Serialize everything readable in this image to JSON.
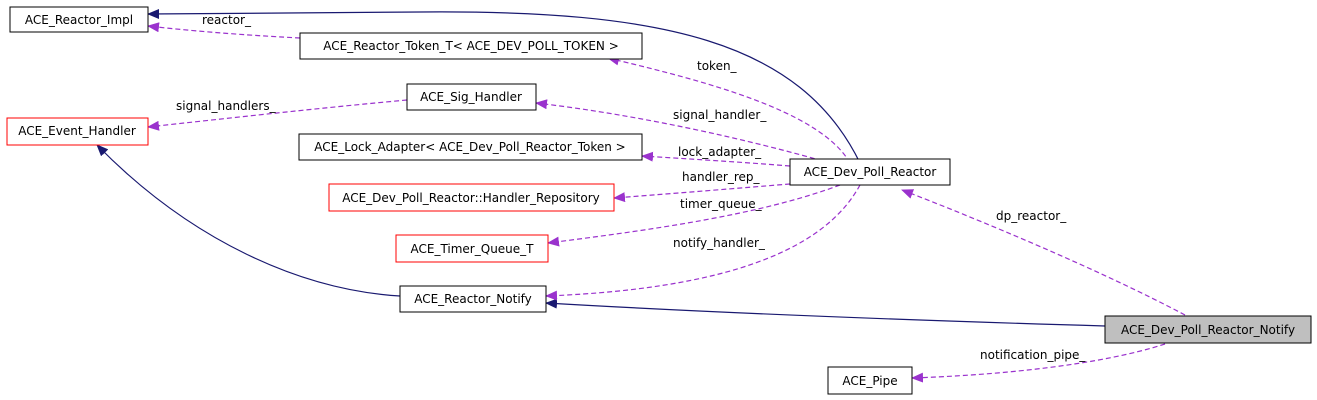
{
  "diagram": {
    "nodes": {
      "reactor_impl": "ACE_Reactor_Impl",
      "reactor_token": "ACE_Reactor_Token_T< ACE_DEV_POLL_TOKEN >",
      "sig_handler": "ACE_Sig_Handler",
      "event_handler": "ACE_Event_Handler",
      "lock_adapter": "ACE_Lock_Adapter< ACE_Dev_Poll_Reactor_Token >",
      "dev_poll_reactor": "ACE_Dev_Poll_Reactor",
      "handler_repository": "ACE_Dev_Poll_Reactor::Handler_Repository",
      "timer_queue": "ACE_Timer_Queue_T",
      "reactor_notify": "ACE_Reactor_Notify",
      "dev_poll_reactor_notify": "ACE_Dev_Poll_Reactor_Notify",
      "pipe": "ACE_Pipe"
    },
    "edge_labels": {
      "reactor": "reactor_",
      "token": "token_",
      "signal_handlers": "signal_handlers_",
      "signal_handler": "signal_handler_",
      "lock_adapter": "lock_adapter_",
      "handler_rep": "handler_rep_",
      "timer_queue": "timer_queue_",
      "notify_handler": "notify_handler_",
      "dp_reactor": "dp_reactor_",
      "notification_pipe": "notification_pipe_"
    },
    "colors": {
      "inheritance": "#191970",
      "usage": "#9a32cd",
      "incomplete_border": "#ff0000",
      "focus_fill": "#bfbfbf"
    }
  }
}
